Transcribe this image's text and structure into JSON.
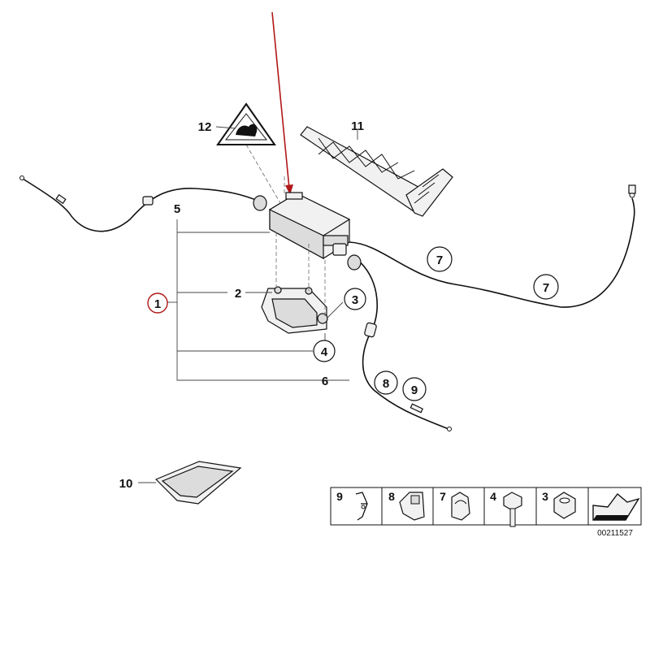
{
  "labels": {
    "l1": "1",
    "l2": "2",
    "l3": "3",
    "l4": "4",
    "l5": "5",
    "l6": "6",
    "l7a": "7",
    "l7b": "7",
    "l8": "8",
    "l9": "9",
    "l10": "10",
    "l11": "11",
    "l12": "12"
  },
  "legend": {
    "items": [
      "9",
      "8",
      "7",
      "4",
      "3"
    ]
  },
  "diagram_number": "00211527",
  "colors": {
    "highlight": "#b01818",
    "ink": "#111111"
  }
}
